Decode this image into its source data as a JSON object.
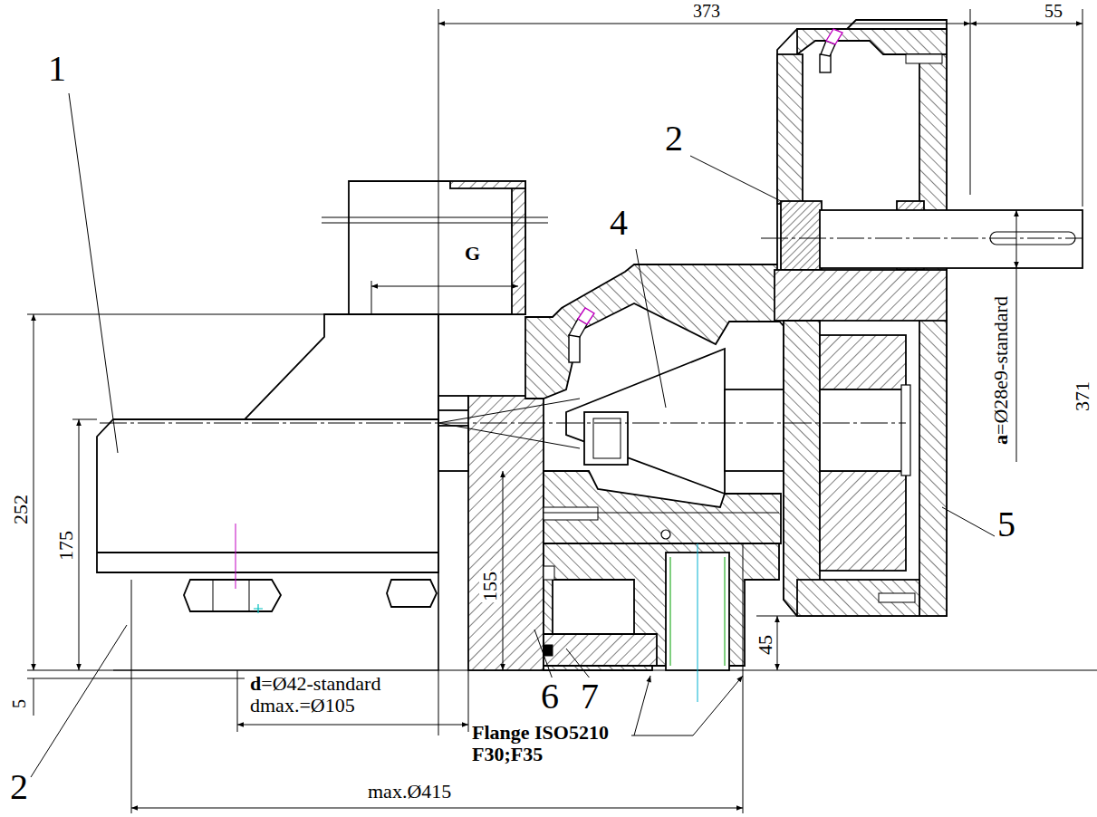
{
  "diagram": {
    "labels": [
      "373",
      "55",
      "2",
      "1",
      "4",
      "G",
      "a=Ø28e9-standard",
      "371",
      "252",
      "175",
      "155",
      "5",
      "45",
      "5",
      "d=Ø42-standard",
      "dmax.=Ø105",
      "6",
      "7",
      "Flange ISO5210 F30;F35",
      "2",
      "max.Ø415"
    ]
  }
}
